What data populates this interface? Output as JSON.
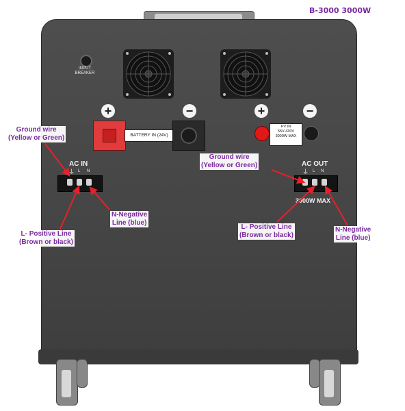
{
  "title": "B-3000 3000W",
  "panel": {
    "input_breaker_label": "INPUT BREAKER",
    "battery_in_label": "BATTERY IN (24V)",
    "pv_in_lines": [
      "PV IN",
      "55V-430V",
      "3000W MAX"
    ],
    "ac_in_label": "AC IN",
    "ac_out_label": "AC OUT",
    "ac_out_rating": "3000W MAX",
    "terminal_labels": [
      "L",
      "N"
    ],
    "ground_symbol": "⏚",
    "plus_symbol": "+",
    "minus_symbol": "−"
  },
  "callouts": {
    "left": {
      "ground": [
        "Ground wire",
        "(Yellow or Green)"
      ],
      "positive": [
        "L- Positive Line",
        "(Brown or black)"
      ],
      "negative": [
        "N-Negative",
        "Line (blue)"
      ]
    },
    "right": {
      "ground": [
        "Ground wire",
        "(Yellow or Green)"
      ],
      "positive": [
        "L- Positive Line",
        "(Brown or black)"
      ],
      "negative": [
        "N-Negative",
        "Line (blue)"
      ]
    }
  },
  "colors": {
    "callout_text": "#7b2aa0",
    "arrow": "#e8202a",
    "cabinet": "#4a4a4a",
    "battery_terminal": "#e23b3b",
    "pv_button": "#e01818"
  }
}
